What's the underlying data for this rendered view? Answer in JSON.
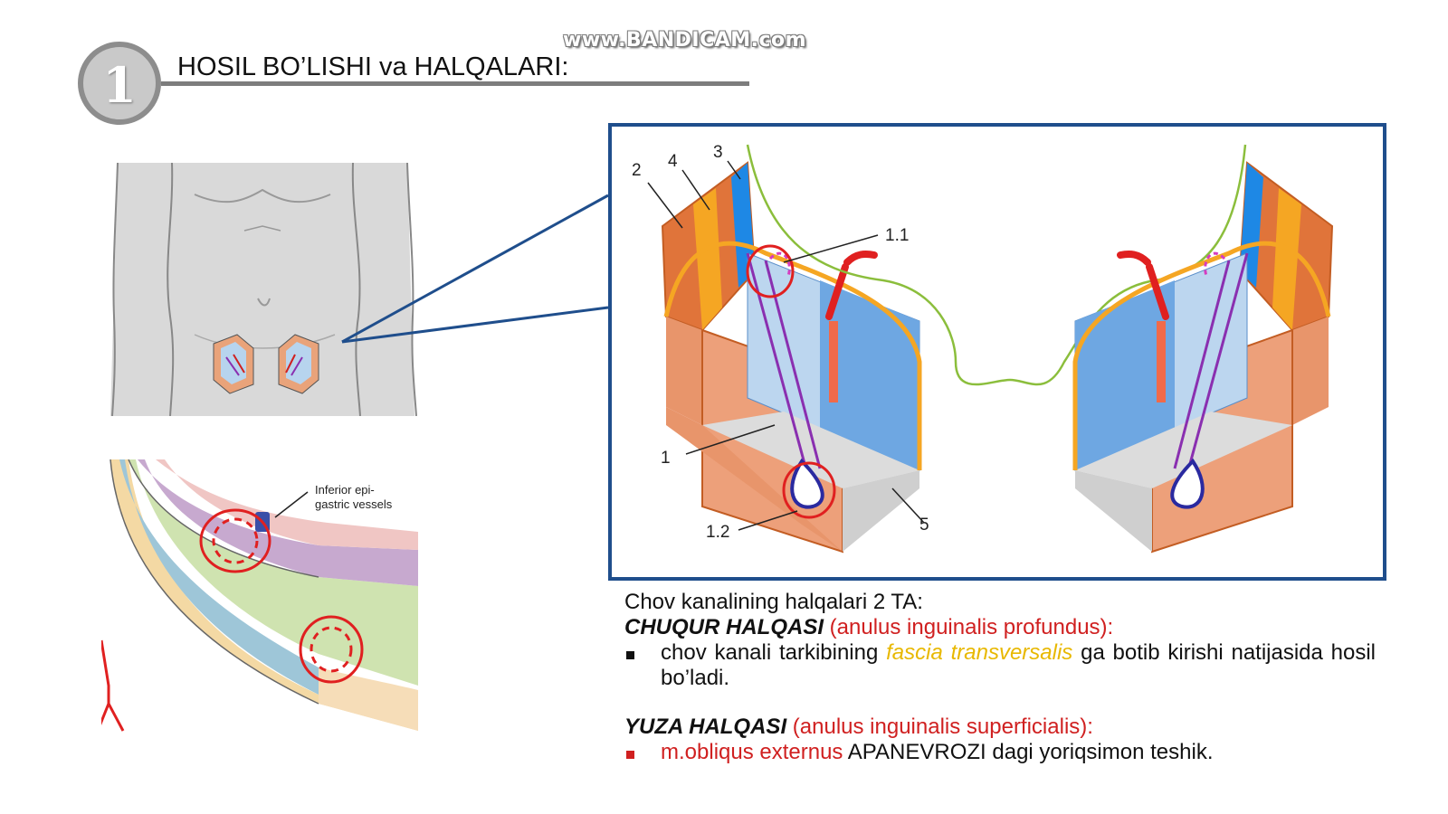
{
  "watermark": "www.BANDICAM.com",
  "section": {
    "number": "1",
    "title": "HOSIL BO’LISHI va HALQALARI:"
  },
  "diagram": {
    "labels": [
      "2",
      "4",
      "3",
      "1.1",
      "1",
      "1.2",
      "5"
    ],
    "annotation": [
      "Inferior epi-",
      "gastric vessels"
    ]
  },
  "text": {
    "intro": "Chov kanalining halqalari 2 TA:",
    "deep": {
      "heading": "CHUQUR HALQASI",
      "latin": "(anulus inguinalis profundus):",
      "bullet_pre": "chov kanali tarkibining",
      "bullet_highlight": "fascia transversalis",
      "bullet_post": "ga botib kirishi natijasida hosil bo’ladi."
    },
    "superficial": {
      "heading": "YUZA HALQASI",
      "latin": "(anulus inguinalis superficialis):",
      "bullet_red": "m.obliqus externus",
      "bullet_post": " APANEVROZI dagi yoriqsimon teshik."
    }
  },
  "colors": {
    "frame": "#1f4e8c",
    "accent_red": "#d02020",
    "highlight_yellow": "#e8b800"
  }
}
